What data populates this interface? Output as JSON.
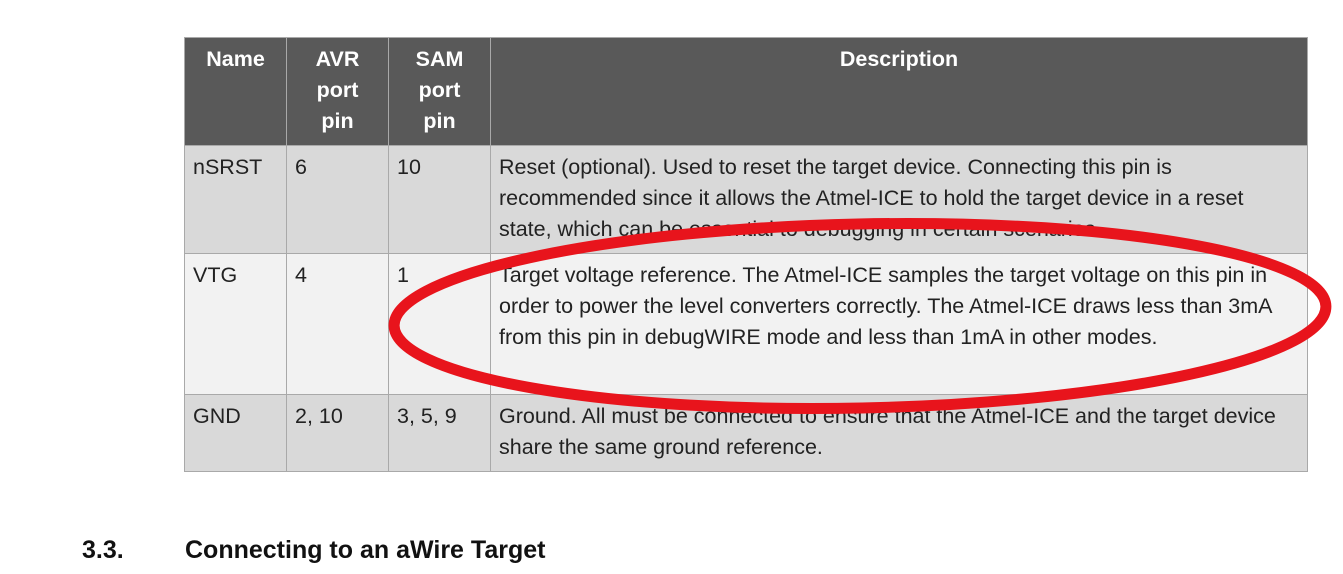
{
  "table": {
    "headers": {
      "name": "Name",
      "avr_line1": "AVR",
      "avr_line2": "port",
      "avr_line3": "pin",
      "sam_line1": "SAM",
      "sam_line2": "port",
      "sam_line3": "pin",
      "description": "Description"
    },
    "rows": [
      {
        "name": "nSRST",
        "avr": "6",
        "sam": "10",
        "description": "Reset (optional). Used to reset the target device. Connecting this pin is recommended since it allows the Atmel-ICE to hold the target device in a reset state, which can be essential to debugging in certain scenarios."
      },
      {
        "name": "VTG",
        "avr": "4",
        "sam": "1",
        "description": "Target voltage reference. The Atmel-ICE samples the target voltage on this pin in order to power the level converters correctly. The Atmel-ICE draws less than 3mA from this pin in debugWIRE mode and less than 1mA in other modes."
      },
      {
        "name": "GND",
        "avr": "2, 10",
        "sam": "3, 5, 9",
        "description": "Ground. All must be connected to ensure that the Atmel-ICE and the target device share the same ground reference."
      }
    ]
  },
  "section": {
    "number": "3.3.",
    "title": "Connecting to an aWire Target"
  },
  "annotation": {
    "color": "#e8141c",
    "shape": "ellipse"
  }
}
